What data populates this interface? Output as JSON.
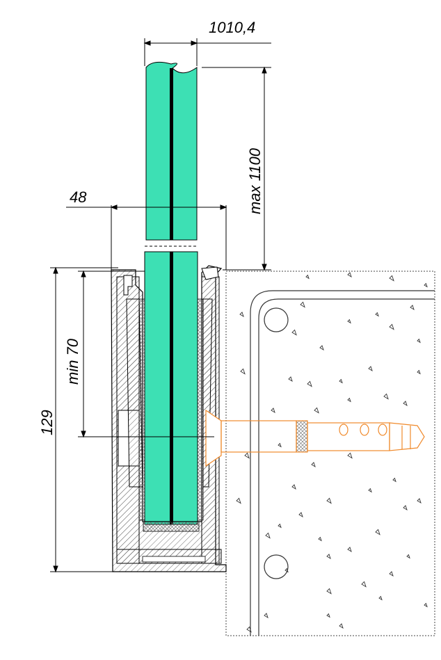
{
  "dimensions": {
    "glass_thickness": "1010,4",
    "glass_height": "max 1100",
    "profile_width": "48",
    "embed_depth": "min 70",
    "profile_height": "129"
  },
  "colors": {
    "glass": "#3de0b4",
    "anchor": "#f08a2c",
    "line": "#000000",
    "hatch": "#555555",
    "concrete_mark": "#333333"
  }
}
